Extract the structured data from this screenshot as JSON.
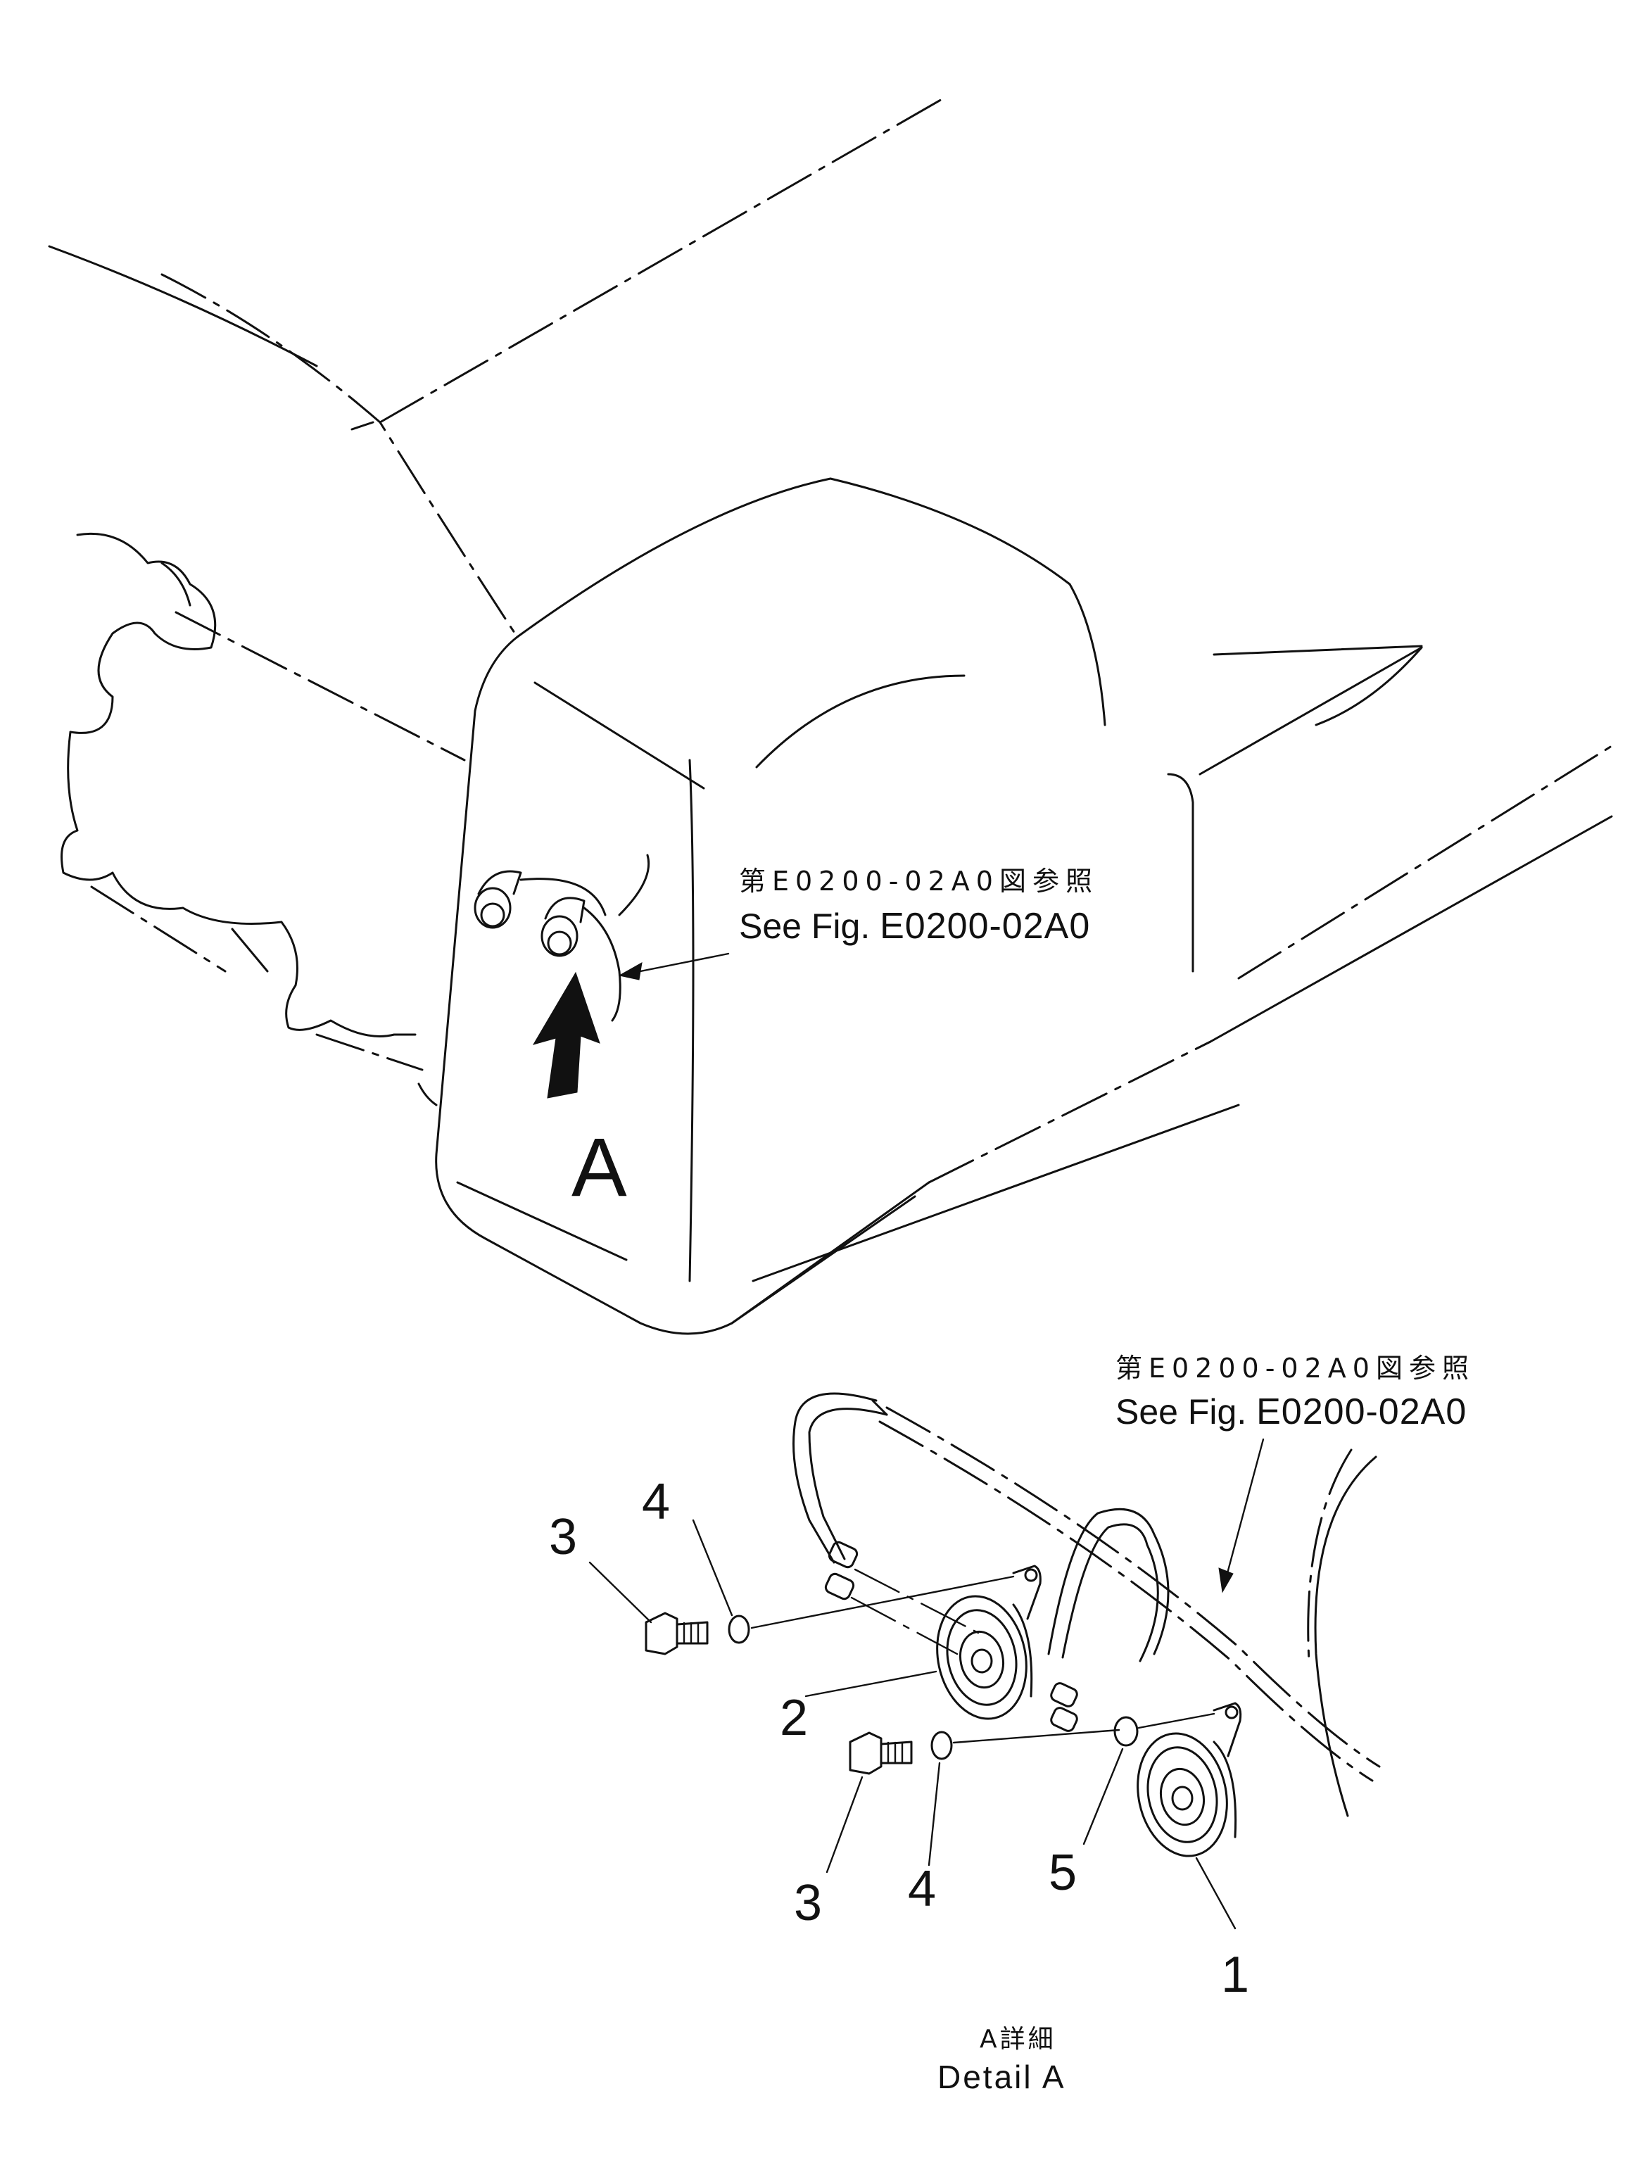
{
  "overview": {
    "reference_jp": "第E0200-02A0図参照",
    "reference_prefix": "See Fig.",
    "reference_code": "E0200-02A0",
    "view_marker": "A"
  },
  "detail": {
    "reference_jp": "第E0200-02A0図参照",
    "reference_prefix": "See Fig.",
    "reference_code": "E0200-02A0",
    "callouts": [
      "1",
      "2",
      "3",
      "3",
      "4",
      "4",
      "5"
    ],
    "caption_jp": "A詳細",
    "caption_en": "Detail A"
  }
}
